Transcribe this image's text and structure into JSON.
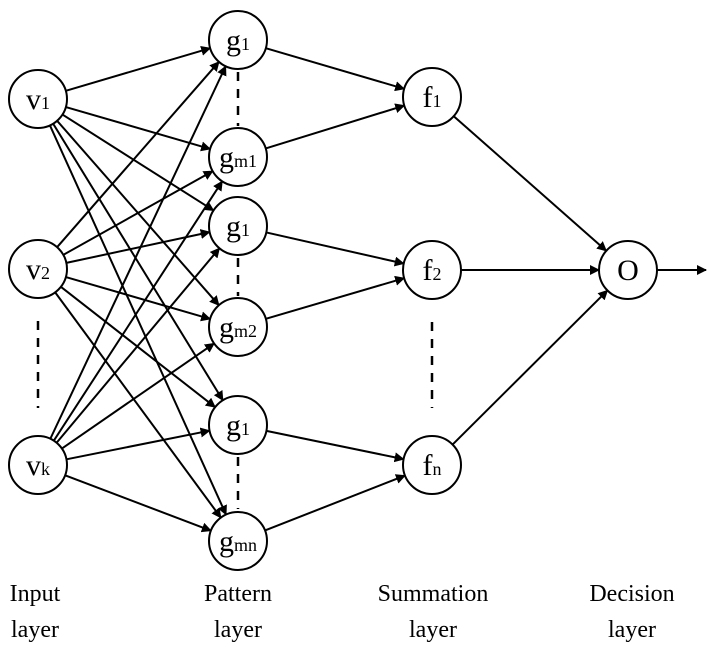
{
  "input_nodes": [
    {
      "main": "v",
      "sub": "1"
    },
    {
      "main": "v",
      "sub": "2"
    },
    {
      "main": "v",
      "sub": "k"
    }
  ],
  "pattern_nodes": [
    {
      "main": "g",
      "sub": "1"
    },
    {
      "main": "g",
      "sub": "m1"
    },
    {
      "main": "g",
      "sub": "1"
    },
    {
      "main": "g",
      "sub": "m2"
    },
    {
      "main": "g",
      "sub": "1"
    },
    {
      "main": "g",
      "sub": "mn"
    }
  ],
  "summation_nodes": [
    {
      "main": "f",
      "sub": "1"
    },
    {
      "main": "f",
      "sub": "2"
    },
    {
      "main": "f",
      "sub": "n"
    }
  ],
  "decision_node": {
    "main": "O"
  },
  "layer_labels": [
    {
      "line1": "Input",
      "line2": "layer"
    },
    {
      "line1": "Pattern",
      "line2": "layer"
    },
    {
      "line1": "Summation",
      "line2": "layer"
    },
    {
      "line1": "Decision",
      "line2": "layer"
    }
  ]
}
